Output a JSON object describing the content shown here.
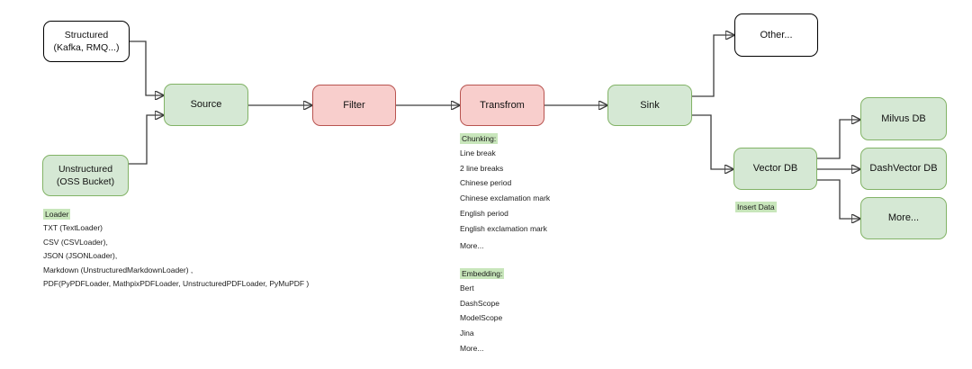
{
  "nodes": {
    "structured": {
      "line1": "Structured",
      "line2": "(Kafka,  RMQ...)"
    },
    "unstructured": {
      "line1": "Unstructured",
      "line2": "(OSS Bucket)"
    },
    "source": {
      "label": "Source"
    },
    "filter": {
      "label": "Filter"
    },
    "transfrom": {
      "label": "Transfrom"
    },
    "sink": {
      "label": "Sink"
    },
    "other": {
      "label": "Other..."
    },
    "vector_db": {
      "label": "Vector DB"
    },
    "milvus_db": {
      "label": "Milvus DB"
    },
    "dashvector_db": {
      "label": "DashVector DB"
    },
    "more_db": {
      "label": "More..."
    }
  },
  "annotations": {
    "loader": {
      "title": "Loader",
      "items": [
        "TXT (TextLoader)",
        "CSV (CSVLoader),",
        "JSON (JSONLoader),",
        "Markdown (UnstructuredMarkdownLoader) ,",
        "PDF(PyPDFLoader, MathpixPDFLoader, UnstructuredPDFLoader, PyMuPDF )"
      ]
    },
    "chunking": {
      "title": "Chunking:",
      "items": [
        "Line break",
        "2 line breaks",
        "Chinese period",
        "Chinese exclamation mark",
        "English period",
        "English exclamation mark",
        "More..."
      ]
    },
    "embedding": {
      "title": "Embedding:",
      "items": [
        "Bert",
        "DashScope",
        "ModelScope",
        "Jina",
        "More..."
      ]
    },
    "insert_data": {
      "title": "Insert Data"
    }
  },
  "colors": {
    "node_green_fill": "#d5e8d4",
    "node_green_border": "#82b366",
    "node_red_fill": "#f8cecc",
    "node_red_border": "#b85450",
    "node_white_fill": "#ffffff",
    "node_white_border": "#000000",
    "label_highlight_green": "#c8e6bb",
    "connector": "#3c3c3c"
  }
}
